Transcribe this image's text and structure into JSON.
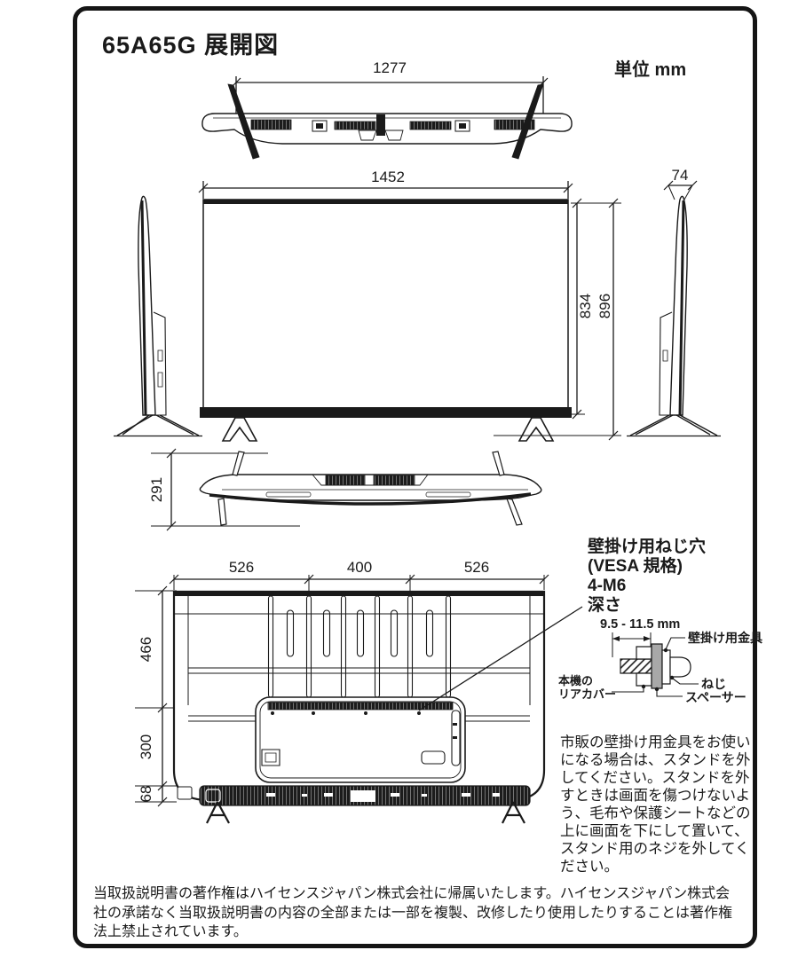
{
  "page": {
    "title": "65A65G 展開図",
    "unit_label": "単位 mm"
  },
  "dims": {
    "top_view": {
      "stand_span": "1277"
    },
    "front_view": {
      "width": "1452",
      "panel_height": "834",
      "overall_height": "896"
    },
    "side_view": {
      "depth": "74"
    },
    "bottom_view": {
      "stand_depth": "291"
    },
    "rear_view": {
      "left_span": "526",
      "vesa_width": "400",
      "right_span": "526",
      "upper_height": "466",
      "lower_height": "300",
      "bottom_height": "68"
    }
  },
  "vesa": {
    "label_line1": "壁掛け用ねじ穴",
    "label_line2": "(VESA 規格)",
    "label_line3": "4-M6",
    "label_line4": "深さ",
    "screw_depth_range": "9.5 - 11.5 mm",
    "bracket_label": "壁掛け用金具",
    "screw_label": "ねじ",
    "spacer_label": "スペーサー",
    "rear_cover_label_line1": "本機の",
    "rear_cover_label_line2": "リアカバー"
  },
  "wall_mount_note": {
    "lines": [
      "市販の壁掛け用金具をお使い",
      "になる場合は、スタンドを外",
      "してください。スタンドを外",
      "すときは画面を傷つけないよ",
      "う、毛布や保護シートなどの",
      "上に画面を下にして置いて、",
      "スタンド用のネジを外してく",
      "ださい。"
    ]
  },
  "copyright": {
    "lines": [
      "当取扱説明書の著作権はハイセンスジャパン株式会社に帰属いたします。ハイセンスジャパン株式会",
      "社の承諾なく当取扱説明書の内容の全部または一部を複製、改修したり使用したりすることは著作権",
      "法上禁止されています。"
    ]
  },
  "colors": {
    "line": "#1a1a1a",
    "background": "#ffffff",
    "spacer_fill": "#a8a8a8"
  }
}
